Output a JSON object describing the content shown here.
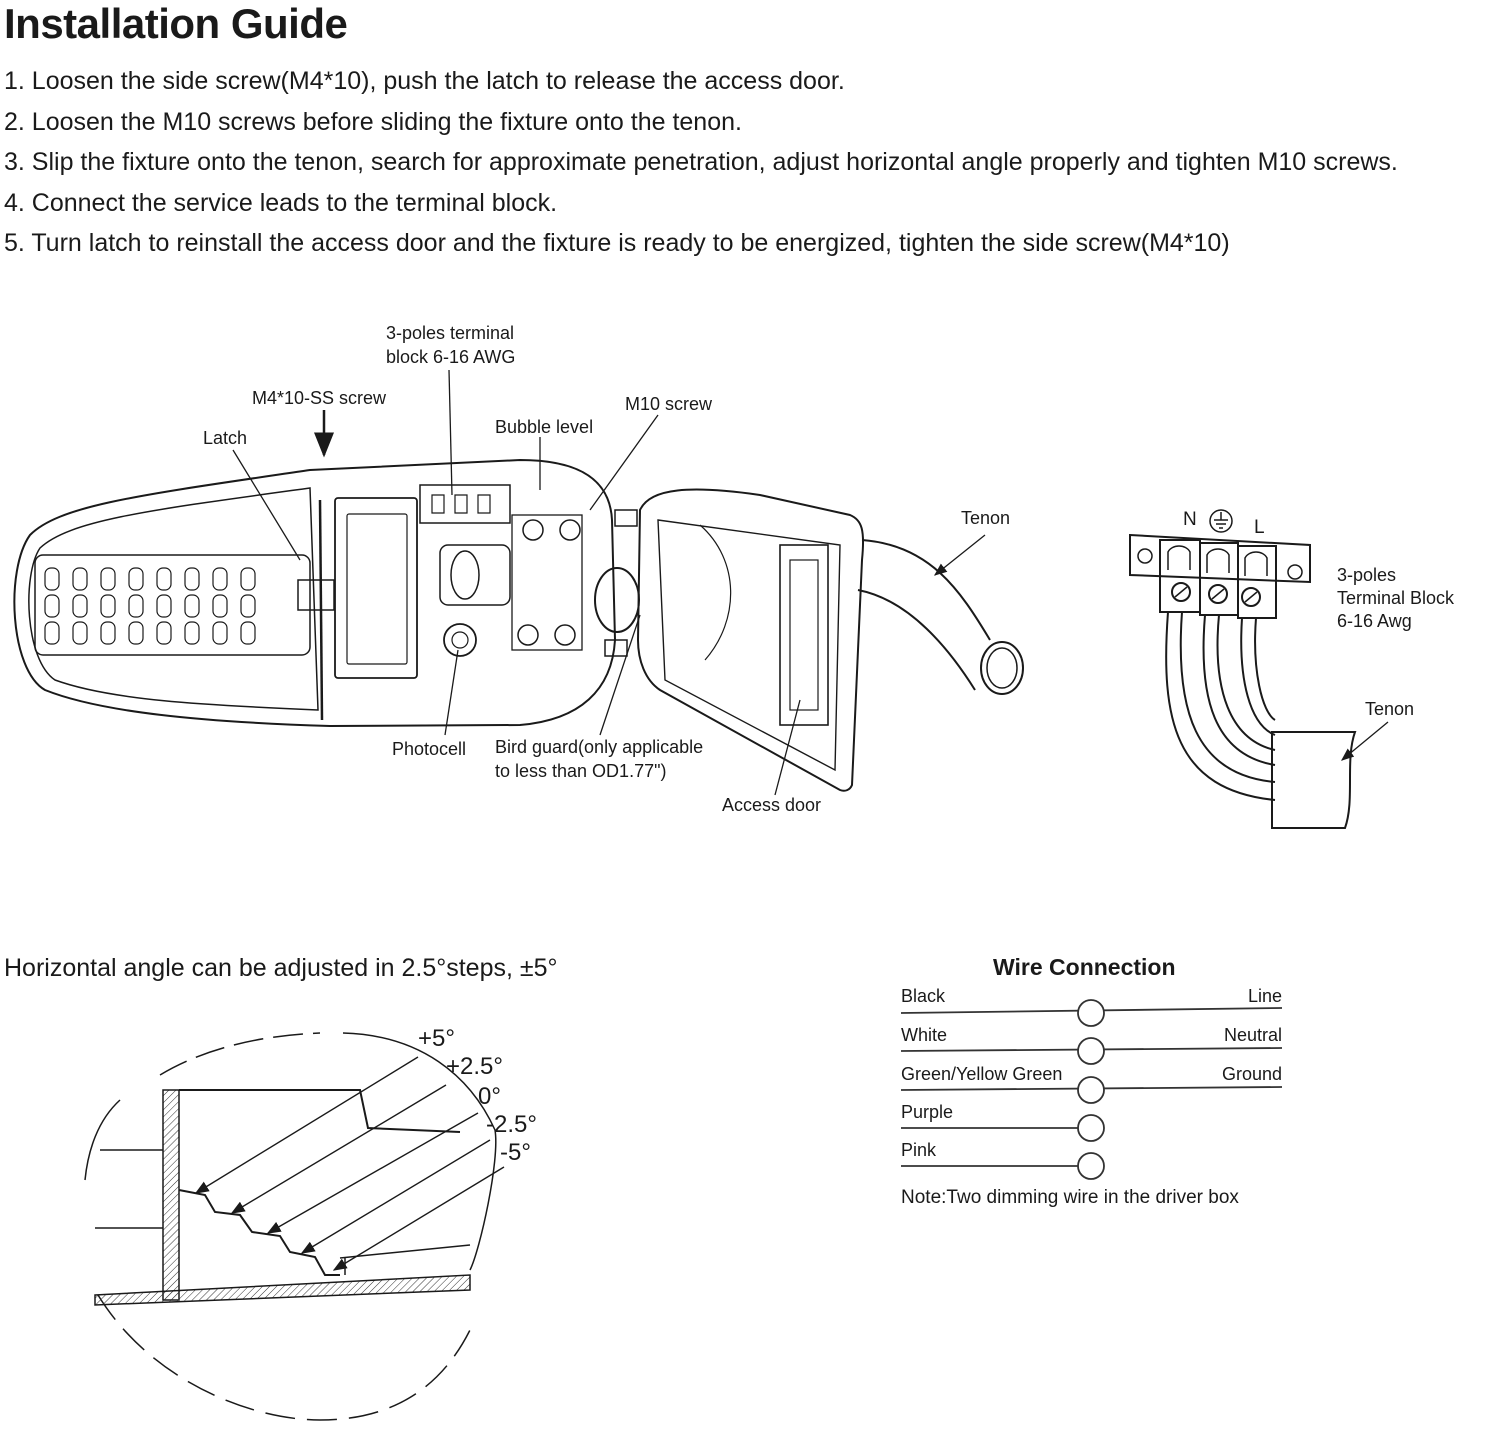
{
  "title": "Installation Guide",
  "steps": [
    "1. Loosen the side screw(M4*10), push the latch to release the access door.",
    "2. Loosen the M10 screws before sliding the fixture onto the tenon.",
    "3. Slip the fixture onto the tenon, search for approximate penetration, adjust horizontal angle properly and tighten M10 screws.",
    "4. Connect the service leads to the terminal block.",
    "5. Turn latch to reinstall the access door and the fixture is ready to be energized, tighten the side screw(M4*10)"
  ],
  "fixture_labels": {
    "terminal_block_1": "3-poles terminal",
    "terminal_block_2": "block 6-16 AWG",
    "side_screw": "M4*10-SS screw",
    "latch": "Latch",
    "bubble_level": "Bubble level",
    "m10_screw": "M10 screw",
    "tenon": "Tenon",
    "photocell": "Photocell",
    "bird_guard_1": "Bird guard(only applicable",
    "bird_guard_2": "to less than OD1.77\")",
    "access_door": "Access door"
  },
  "terminal_labels": {
    "n": "N",
    "l": "L",
    "block_1": "3-poles",
    "block_2": "Terminal Block",
    "block_3": "6-16 Awg",
    "tenon": "Tenon"
  },
  "horizontal_angle": {
    "caption": "Horizontal angle can be adjusted in 2.5°steps, ±5°",
    "angles": [
      "+5°",
      "+2.5°",
      "0°",
      "-2.5°",
      "-5°"
    ]
  },
  "wire_connection": {
    "title": "Wire Connection",
    "rows": [
      {
        "wire": "Black",
        "terminal": "Line"
      },
      {
        "wire": "White",
        "terminal": "Neutral"
      },
      {
        "wire": "Green/Yellow Green",
        "terminal": "Ground"
      },
      {
        "wire": "Purple",
        "terminal": ""
      },
      {
        "wire": "Pink",
        "terminal": ""
      }
    ],
    "note": "Note:Two dimming wire in the driver box"
  },
  "colors": {
    "ink": "#1a1a1a",
    "line": "#333333",
    "background": "#ffffff"
  }
}
